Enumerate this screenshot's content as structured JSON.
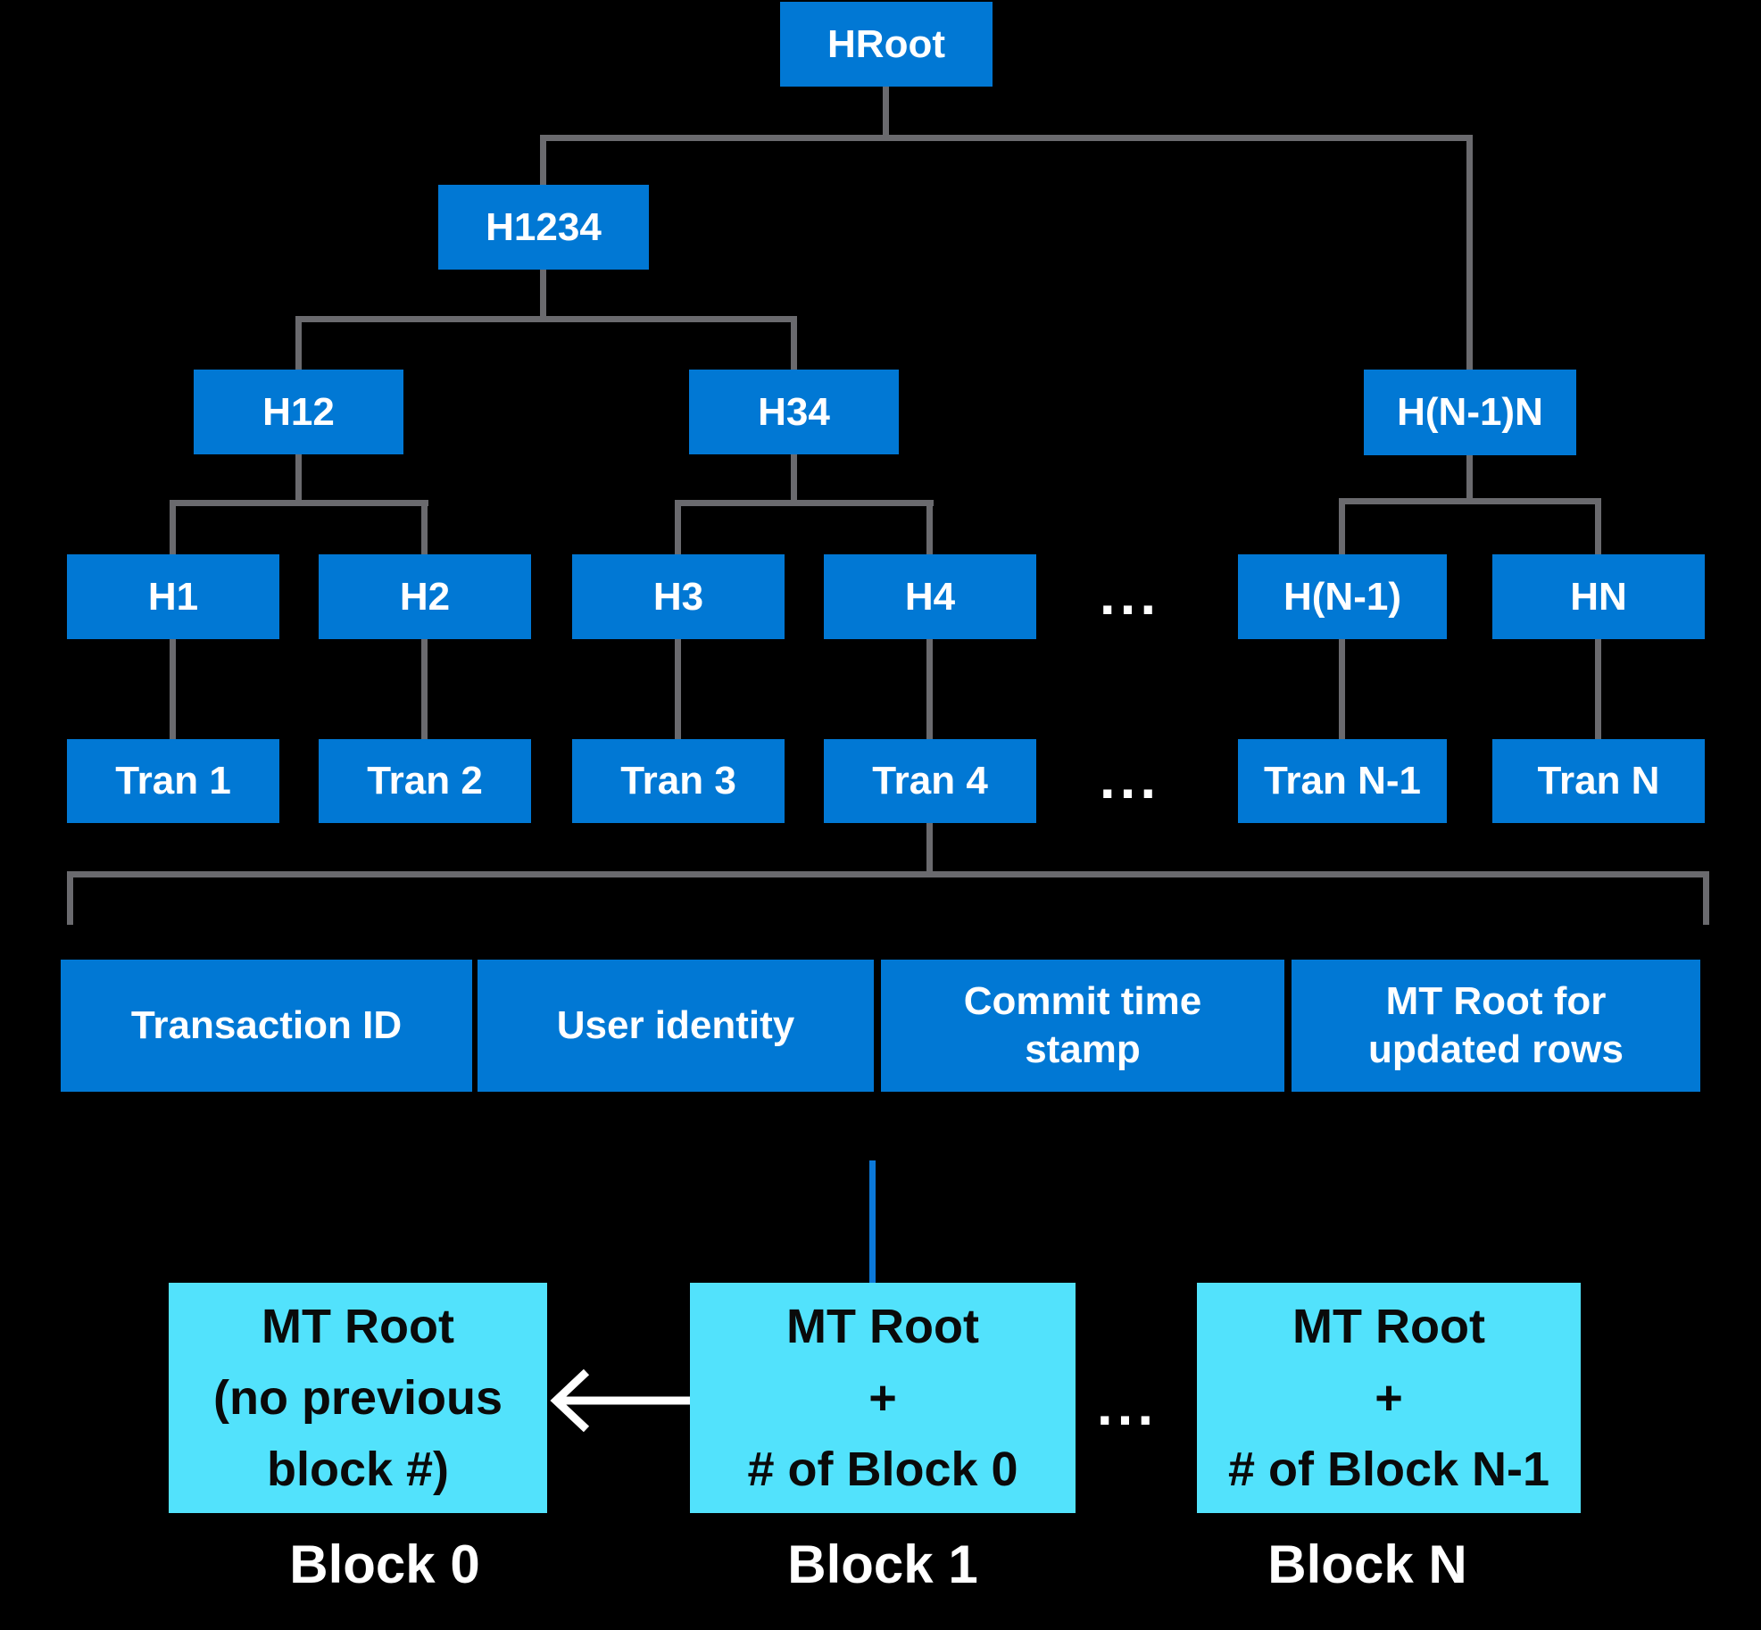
{
  "colors": {
    "background": "#000000",
    "node_blue": "#0178D4",
    "block_cyan": "#52E2FC",
    "connector_gray": "#6A6A6E",
    "connector_blue": "#0B79DA",
    "node_text": "#FFFFFF",
    "block_text": "#0A0A0A",
    "label_text": "#FFFFFF",
    "arrow_white": "#FFFFFF"
  },
  "tree": {
    "hroot": "HRoot",
    "h1234": "H1234",
    "h12": "H12",
    "h34": "H34",
    "hn1n": "H(N-1)N",
    "h1": "H1",
    "h2": "H2",
    "h3": "H3",
    "h4": "H4",
    "hn_1": "H(N-1)",
    "hn": "HN",
    "tran1": "Tran 1",
    "tran2": "Tran 2",
    "tran3": "Tran 3",
    "tran4": "Tran 4",
    "trann_1": "Tran N-1",
    "trann": "Tran N"
  },
  "ellipsis": "...",
  "record": {
    "transaction_id": "Transaction ID",
    "user_identity": "User identity",
    "commit_time_stamp": "Commit time\nstamp",
    "mt_root_updated_rows": "MT Root for\nupdated rows"
  },
  "blocks": {
    "block0": {
      "content": "MT Root\n(no previous\nblock #)",
      "label": "Block 0"
    },
    "block1": {
      "content": "MT Root\n+\n# of Block 0",
      "label": "Block 1"
    },
    "blockN": {
      "content": "MT Root\n+\n# of Block N-1",
      "label": "Block N"
    }
  }
}
